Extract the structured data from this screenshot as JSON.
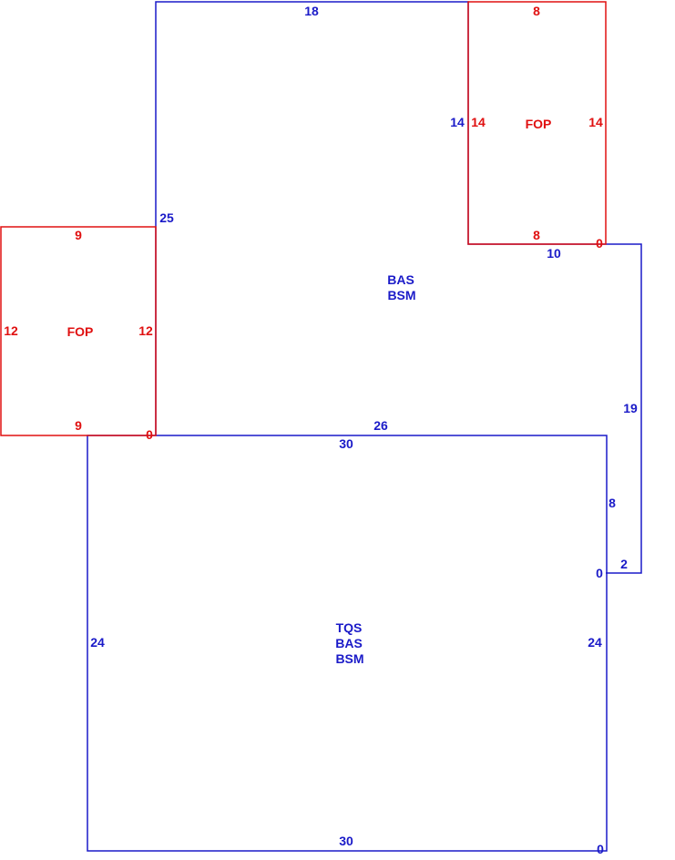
{
  "colors": {
    "main": "#1a1ac8",
    "porch": "#e01010",
    "background": "#ffffff"
  },
  "areas": {
    "upper": {
      "codes": [
        "BAS",
        "BSM"
      ]
    },
    "lower": {
      "codes": [
        "TQS",
        "BAS",
        "BSM"
      ]
    },
    "porch_left": {
      "code": "FOP"
    },
    "porch_right": {
      "code": "FOP"
    }
  },
  "dimensions": {
    "blue": {
      "upper_top": "18",
      "upper_left": "25",
      "upper_inner_left": "14",
      "upper_inner_bottom": "10",
      "upper_right": "19",
      "upper_bottom": "26",
      "lower_top": "30",
      "lower_left": "24",
      "lower_right": "24",
      "lower_bottom": "30",
      "lower_notch_vertical": "8",
      "lower_notch_horizontal": "2",
      "notch_corner": "0",
      "bottom_corner": "0"
    },
    "red": {
      "right_top": "8",
      "right_left": "14",
      "right_right": "14",
      "right_bottom": "8",
      "right_corner": "0",
      "left_top": "9",
      "left_left": "12",
      "left_right": "12",
      "left_bottom": "9",
      "left_corner": "0"
    }
  }
}
